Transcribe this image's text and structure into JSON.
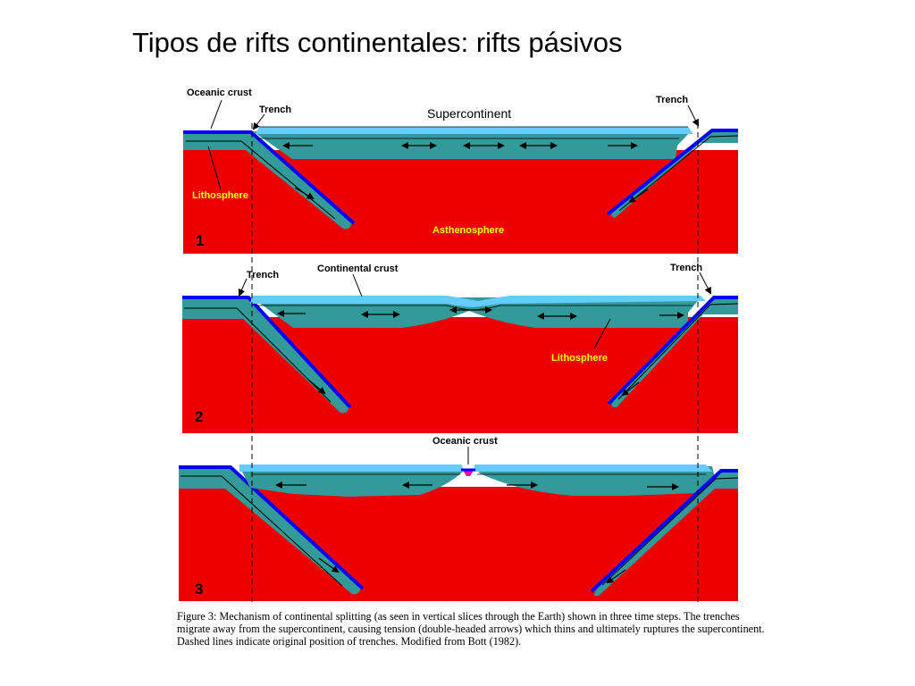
{
  "title": "Tipos de rifts continentales: rifts pásivos",
  "panel1": {
    "oceanic_crust": "Oceanic crust",
    "trench_left": "Trench",
    "trench_right": "Trench",
    "supercontinent": "Supercontinent",
    "lithosphere": "Lithosphere",
    "asthenosphere": "Asthenosphere",
    "step": "1"
  },
  "panel2": {
    "trench_left": "Trench",
    "trench_right": "Trench",
    "continental_crust": "Continental crust",
    "lithosphere": "Lithosphere",
    "step": "2"
  },
  "panel3": {
    "oceanic_crust": "Oceanic crust",
    "step": "3"
  },
  "caption": "Figure 3: Mechanism of continental splitting (as seen in vertical slices through the Earth) shown in three time steps. The trenches migrate away from the supercontinent, causing tension (double-headed arrows) which thins and ultimately ruptures the supercontinent. Dashed lines indicate original position of trenches. Modified from Bott (1982).",
  "colors": {
    "asthenosphere": "#ee0000",
    "lithosphere": "#339999",
    "continental_crust": "#66ccff",
    "oceanic_crust": "#0000ff"
  }
}
